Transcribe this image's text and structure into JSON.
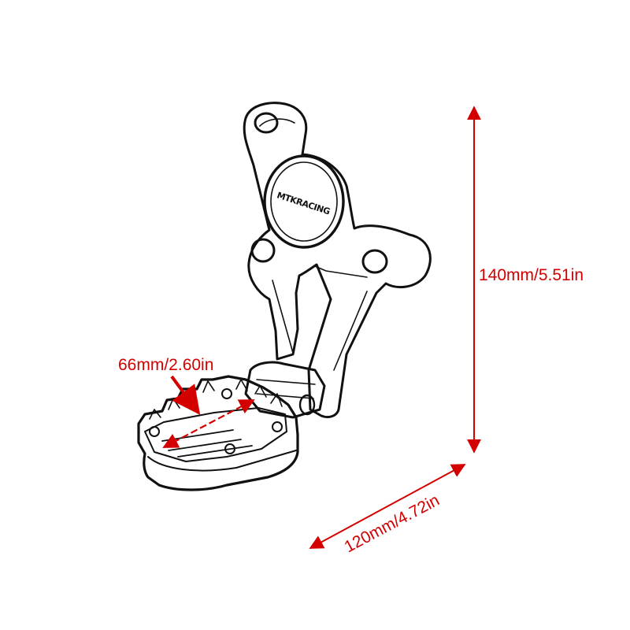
{
  "product": {
    "logo_text": "MTKRACING",
    "outline_color": "#111111"
  },
  "dimensions": {
    "color": "#d40000",
    "height_label": "140mm/5.51in",
    "length_label": "120mm/4.72in",
    "width_label": "66mm/2.60in"
  }
}
